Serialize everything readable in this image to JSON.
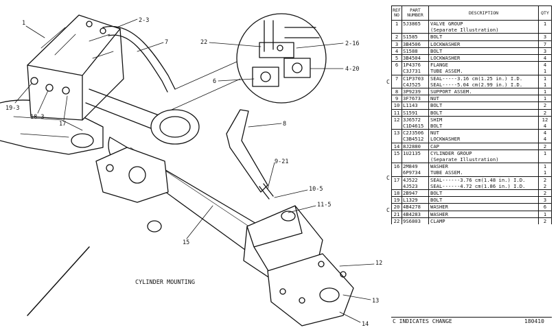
{
  "diagram": {
    "caption": "CYLINDER MOUNTING",
    "callouts": [
      {
        "id": "c1",
        "text": "1"
      },
      {
        "id": "c2",
        "text": "2-3"
      },
      {
        "id": "c3",
        "text": "7"
      },
      {
        "id": "c4",
        "text": "22"
      },
      {
        "id": "c5",
        "text": "2-16"
      },
      {
        "id": "c6",
        "text": "4-20"
      },
      {
        "id": "c7",
        "text": "6"
      },
      {
        "id": "c8",
        "text": "19-3"
      },
      {
        "id": "c9",
        "text": "18-3"
      },
      {
        "id": "c10",
        "text": "17"
      },
      {
        "id": "c11",
        "text": "8"
      },
      {
        "id": "c12",
        "text": "9-21"
      },
      {
        "id": "c13",
        "text": "10-5"
      },
      {
        "id": "c14",
        "text": "11-5"
      },
      {
        "id": "c15",
        "text": "15"
      },
      {
        "id": "c16",
        "text": "12"
      },
      {
        "id": "c17",
        "text": "13"
      },
      {
        "id": "c18",
        "text": "14"
      }
    ]
  },
  "parts_table": {
    "headers": {
      "ref": "REF NO",
      "part": "PART NUMBER",
      "desc": "DESCRIPTION",
      "qty": "QTY"
    },
    "rows": [
      {
        "ref": "1",
        "part": "5J3865",
        "desc": "VALVE GROUP",
        "qty": "1"
      },
      {
        "ref": "",
        "part": "",
        "desc": "(Separate Illustration)",
        "qty": ""
      },
      {
        "ref": "2",
        "part": "S1585",
        "desc": "BOLT",
        "qty": "3"
      },
      {
        "ref": "3",
        "part": "3B4506",
        "desc": "LOCKWASHER",
        "qty": "7"
      },
      {
        "ref": "4",
        "part": "S1588",
        "desc": "BOLT",
        "qty": "3"
      },
      {
        "ref": "5",
        "part": "3B4504",
        "desc": "LOCKWASHER",
        "qty": "4"
      },
      {
        "ref": "6",
        "part": "1P4376",
        "desc": "FLANGE",
        "qty": "4"
      },
      {
        "ref": "",
        "part": "C3J731",
        "desc": "TUBE ASSEM.",
        "qty": "1"
      },
      {
        "ref": "7",
        "part": "C1P3703",
        "desc": "SEAL-----3.16 cm(1.25 in.) I.D.",
        "qty": "1"
      },
      {
        "ref": "",
        "part": "C4J525",
        "desc": "SEAL-----5.04 cm(2.99 in.) I.D.",
        "qty": "1"
      },
      {
        "ref": "8",
        "part": "3P9239",
        "desc": "SUPPORT ASSEM.",
        "qty": "1"
      },
      {
        "ref": "9",
        "part": "3F7673",
        "desc": "NUT",
        "qty": "1"
      },
      {
        "ref": "10",
        "part": "L1143",
        "desc": "BOLT",
        "qty": "2"
      },
      {
        "ref": "11",
        "part": "S1591",
        "desc": "BOLT",
        "qty": "2"
      },
      {
        "ref": "12",
        "part": "3J6572",
        "desc": "SHIM",
        "qty": "12"
      },
      {
        "ref": "",
        "part": "C1D4615",
        "desc": "BOLT",
        "qty": "4"
      },
      {
        "ref": "13",
        "part": "C2J3506",
        "desc": "NUT",
        "qty": "4"
      },
      {
        "ref": "",
        "part": "C3B4512",
        "desc": "LOCKWASHER",
        "qty": "4"
      },
      {
        "ref": "14",
        "part": "8J2880",
        "desc": "CAP",
        "qty": "2"
      },
      {
        "ref": "15",
        "part": "1U2135",
        "desc": "CYLINDER GROUP",
        "qty": "1"
      },
      {
        "ref": "",
        "part": "",
        "desc": "(Separate Illustration)",
        "qty": ""
      },
      {
        "ref": "16",
        "part": "2M849",
        "desc": "WASHER",
        "qty": "1"
      },
      {
        "ref": "",
        "part": "6P9734",
        "desc": "TUBE ASSEM.",
        "qty": "1"
      },
      {
        "ref": "17",
        "part": "4J522",
        "desc": "SEAL------3.76 cm(1.48 in.) I.D.",
        "qty": "2"
      },
      {
        "ref": "",
        "part": "4J523",
        "desc": "SEAL------4.72 cm(1.86 in.) I.D.",
        "qty": "2"
      },
      {
        "ref": "18",
        "part": "2B947",
        "desc": "BOLT",
        "qty": "2"
      },
      {
        "ref": "19",
        "part": "L1329",
        "desc": "BOLT",
        "qty": "3"
      },
      {
        "ref": "20",
        "part": "4B4278",
        "desc": "WASHER",
        "qty": "6"
      },
      {
        "ref": "21",
        "part": "4B4283",
        "desc": "WASHER",
        "qty": "1"
      },
      {
        "ref": "22",
        "part": "9S6803",
        "desc": "CLAMP",
        "qty": "2"
      }
    ]
  },
  "footer": {
    "change_note": "C INDICATES CHANGE",
    "plate_number": "180410"
  },
  "margin_marks": [
    "C",
    "C",
    "C"
  ]
}
